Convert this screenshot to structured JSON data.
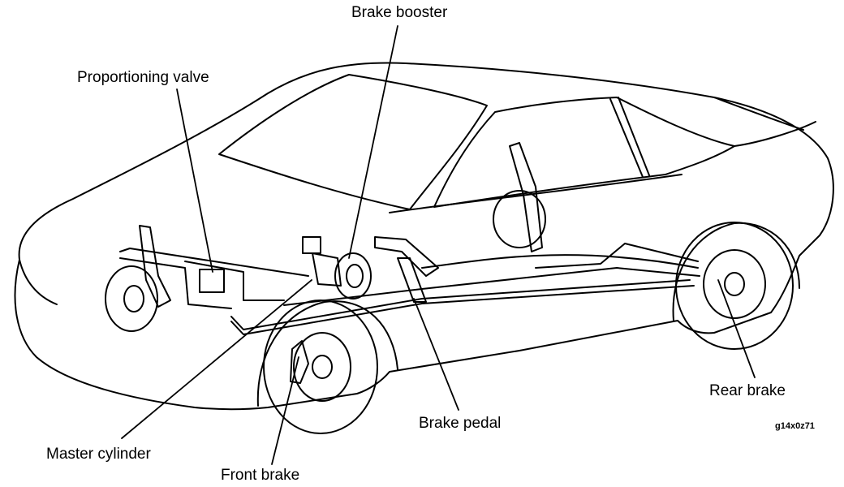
{
  "labels": {
    "brake_booster": "Brake booster",
    "proportioning_valve": "Proportioning valve",
    "rear_brake": "Rear brake",
    "brake_pedal": "Brake pedal",
    "master_cylinder": "Master cylinder",
    "front_brake": "Front brake"
  },
  "figure_code": "g14x0z71",
  "colors": {
    "line": "#000000",
    "background": "#ffffff"
  }
}
